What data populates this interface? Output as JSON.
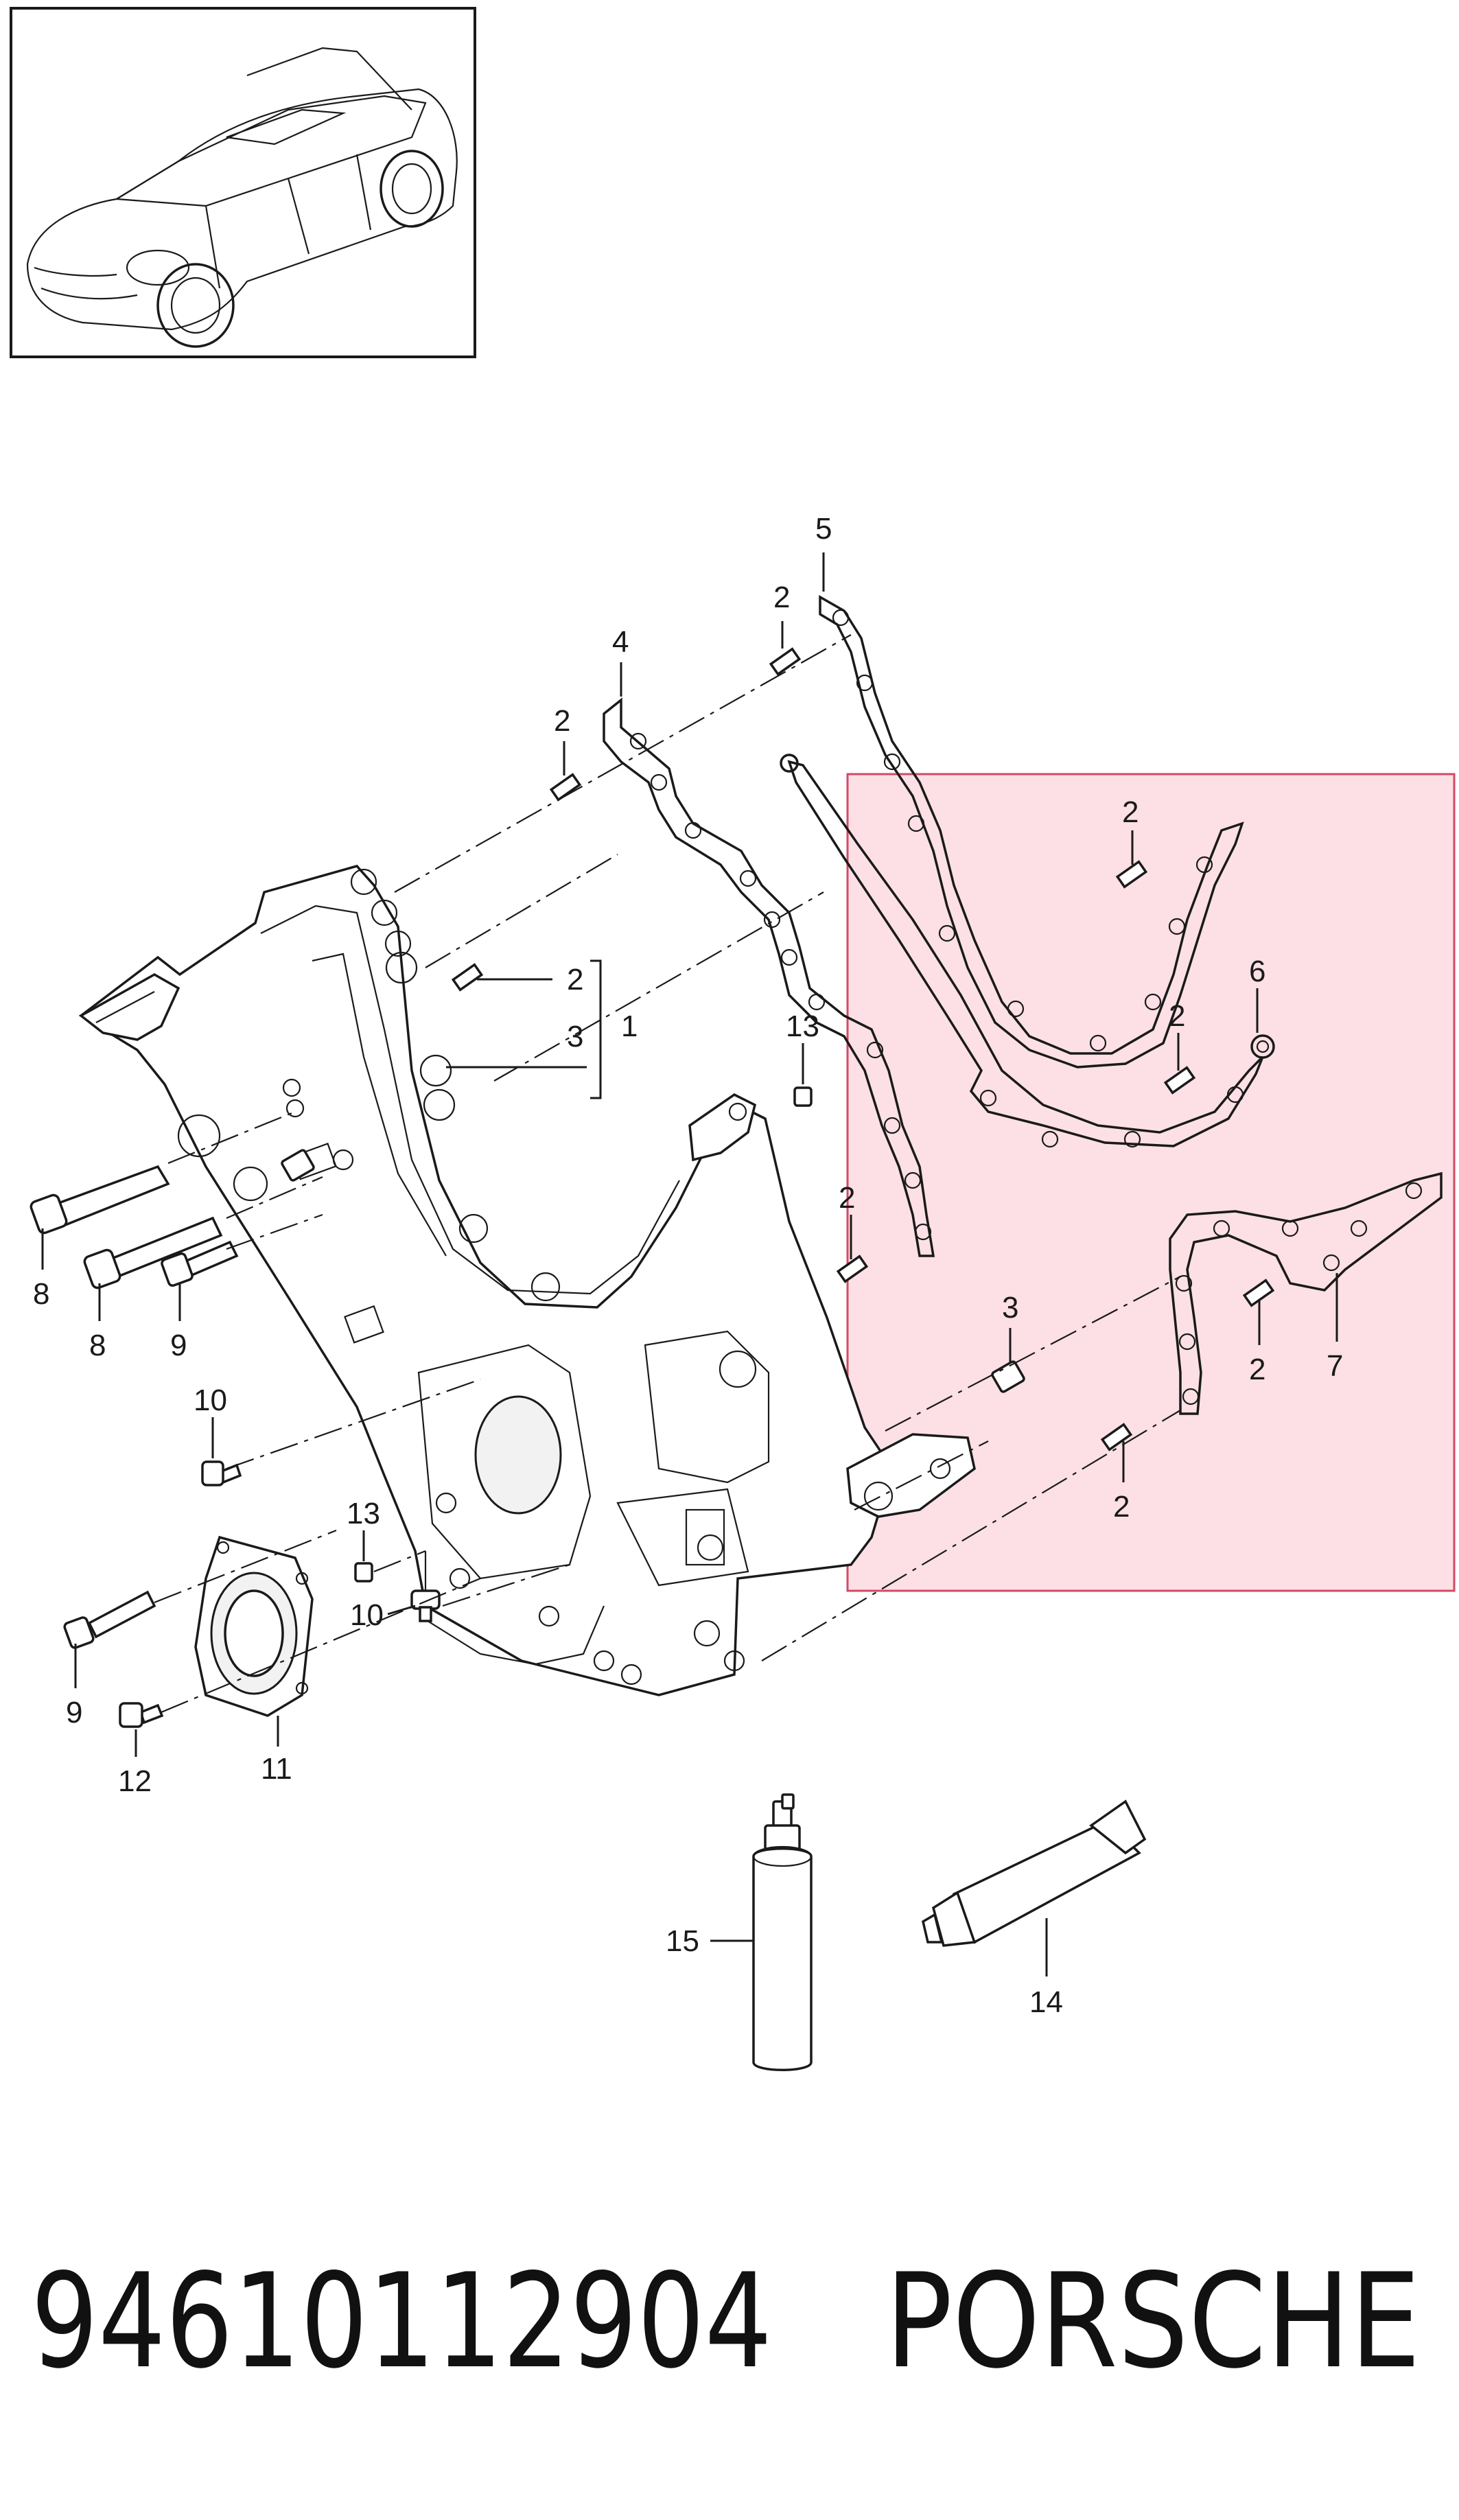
{
  "diagram": {
    "callouts": [
      "5",
      "2",
      "4",
      "2",
      "2",
      "3",
      "1",
      "13",
      "2",
      "6",
      "2",
      "2",
      "3",
      "2",
      "7",
      "2",
      "8",
      "8",
      "9",
      "10",
      "13",
      "10",
      "9",
      "12",
      "11",
      "15",
      "14"
    ]
  },
  "footer": {
    "part_number": "94610112904",
    "brand": "PORSCHE"
  },
  "highlight": {
    "color": "#f7b6c4",
    "border_color": "#d24a64"
  }
}
